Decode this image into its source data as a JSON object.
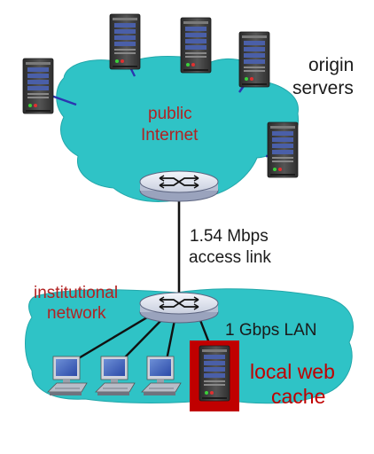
{
  "labels": {
    "origin_servers": [
      "origin",
      "servers"
    ],
    "public_internet": [
      "public",
      "Internet"
    ],
    "access_link": [
      "1.54 Mbps",
      "access link"
    ],
    "institutional_network": [
      "institutional",
      "network"
    ],
    "lan": "1 Gbps LAN",
    "local_cache": [
      "local web",
      "cache"
    ]
  },
  "colors": {
    "cloud": "#2fc3c6",
    "cloud_edge": "#22a7aa",
    "label_red": "#b22222",
    "label_black": "#1a1a1a",
    "cache_box": "#c00000",
    "link_blue": "#2b35b0",
    "link_black": "#111111",
    "server_body": "#3a3a3a"
  },
  "icons": {
    "server": "server-icon",
    "router": "router-icon",
    "workstation": "workstation-icon"
  }
}
